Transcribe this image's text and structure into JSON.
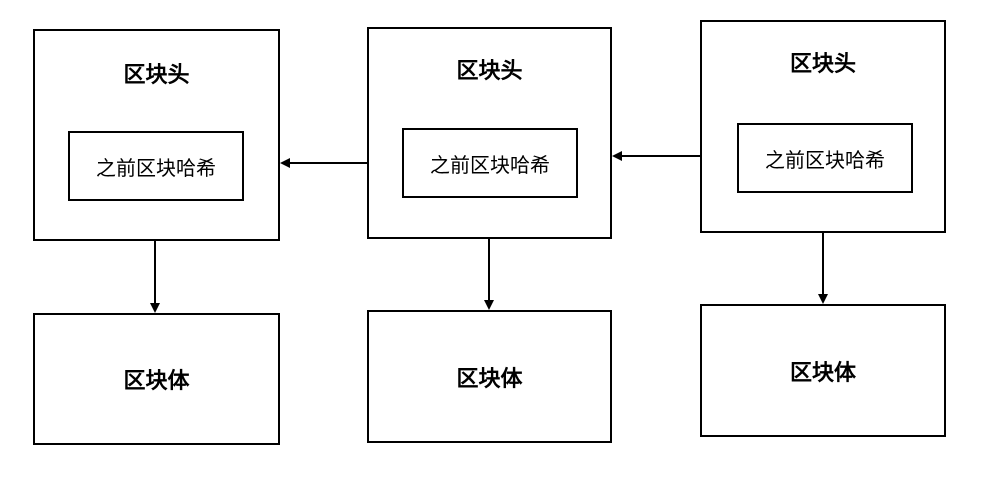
{
  "blocks": [
    {
      "header_title": "区块头",
      "prev_hash_label": "之前区块哈希",
      "body_label": "区块体"
    },
    {
      "header_title": "区块头",
      "prev_hash_label": "之前区块哈希",
      "body_label": "区块体"
    },
    {
      "header_title": "区块头",
      "prev_hash_label": "之前区块哈希",
      "body_label": "区块体"
    }
  ]
}
